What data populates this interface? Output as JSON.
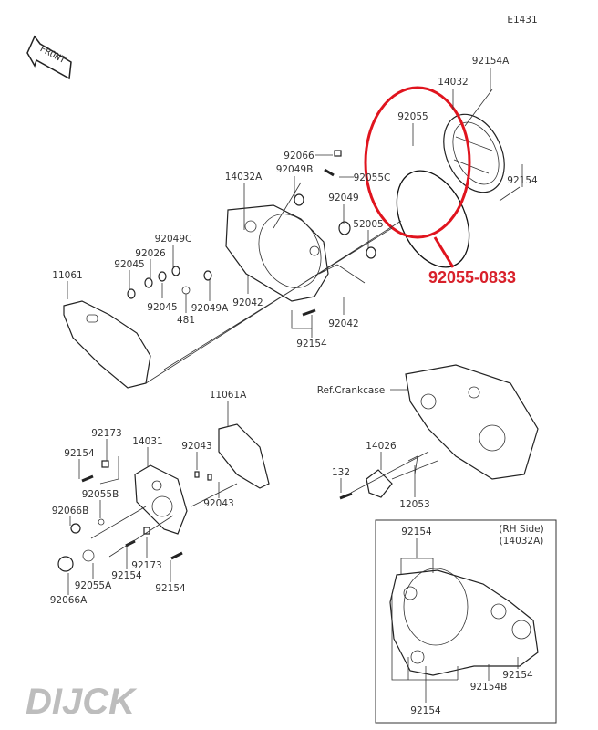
{
  "diagram": {
    "code": "E1431",
    "front_arrow": "FRONT",
    "highlight_part": "92055-0833",
    "reference": "Ref.Crankcase",
    "inset": {
      "title": "(RH Side)",
      "subtitle": "(14032A)"
    },
    "watermark": "DIJCK",
    "labels": {
      "p92154A": "92154A",
      "p14032": "14032",
      "p92055": "92055",
      "p92154_a": "92154",
      "p92066": "92066",
      "p92049B": "92049B",
      "p92055C": "92055C",
      "p14032A": "14032A",
      "p92049": "92049",
      "p52005": "52005",
      "p92049C": "92049C",
      "p92026": "92026",
      "p92045_a": "92045",
      "p11061": "11061",
      "p92045_b": "92045",
      "p481": "481",
      "p92049A": "92049A",
      "p92042_a": "92042",
      "p92042_b": "92042",
      "p92154_b": "92154",
      "p11061A": "11061A",
      "p92173_a": "92173",
      "p14031": "14031",
      "p92154_c": "92154",
      "p92043_a": "92043",
      "p92055B": "92055B",
      "p92043_b": "92043",
      "p92066B": "92066B",
      "p14026": "14026",
      "p132": "132",
      "p12053": "12053",
      "p92154_d": "92154",
      "p92173_b": "92173",
      "p92055A": "92055A",
      "p92154_e": "92154",
      "p92066A": "92066A",
      "p92154_f": "92154",
      "p92154_g": "92154",
      "p92154B": "92154B",
      "p92154_h": "92154"
    }
  }
}
